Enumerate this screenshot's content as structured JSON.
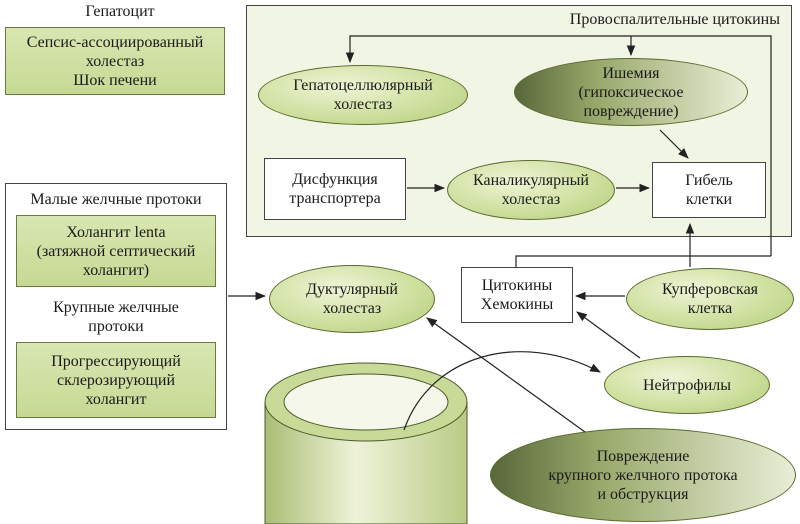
{
  "hepatocyte": {
    "title": "Гепатоцит",
    "box": "Сепсис-ассоциированный\nхолестаз\nШок печени"
  },
  "bile_ducts": {
    "small_title": "Малые желчные протоки",
    "small_box": "Холангит lenta\n(затяжной септический\nхолангит)",
    "large_title": "Крупные желчные\nпротоки",
    "large_box": "Прогрессирующий\nсклерозирующий\nхолангит"
  },
  "cytokines_panel": {
    "title": "Провоспалительные цитокины",
    "hepatocellular": "Гепатоцеллюлярный\nхолестаз",
    "ischemia": "Ишемия\n(гипоксическое\nповреждение)",
    "transporter": "Дисфункция\nтранспортера",
    "canalicular": "Каналикулярный\nхолестаз",
    "cell_death": "Гибель\nклетки"
  },
  "ductular": "Дуктулярный\nхолестаз",
  "cytokines_box": "Цитокины\nХемокины",
  "kupffer": "Купферовская\nклетка",
  "neutrophils": "Нейтрофилы",
  "large_duct_injury": "Повреждение\nкрупного желчного протока\nи обструкция"
}
